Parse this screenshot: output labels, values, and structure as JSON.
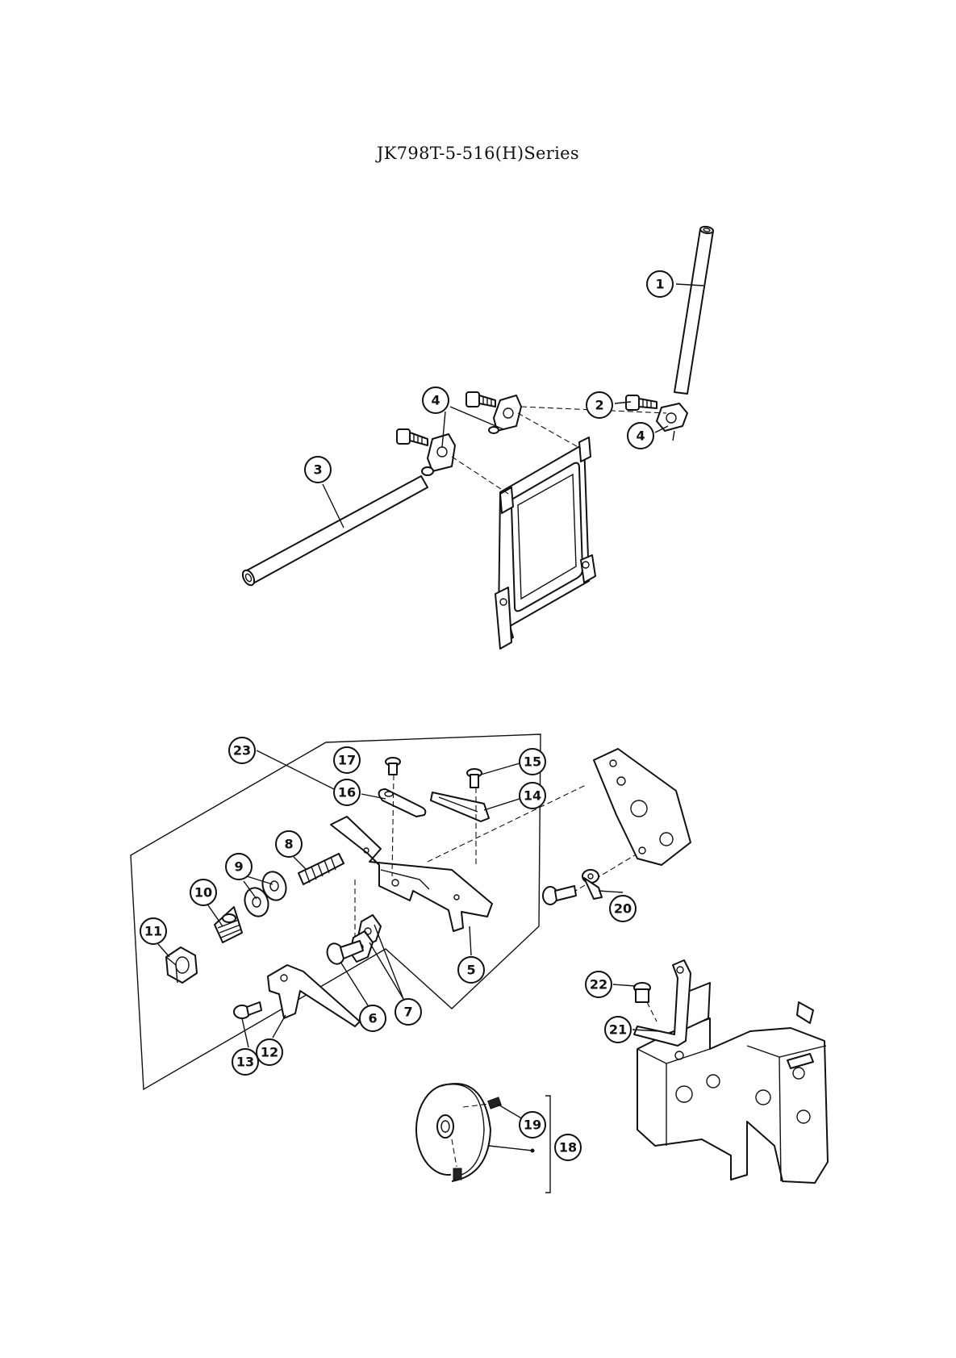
{
  "title": "JK798T-5-516(H)Series",
  "callouts": [
    {
      "id": "c1",
      "label": "1"
    },
    {
      "id": "c2",
      "label": "2"
    },
    {
      "id": "c3",
      "label": "3"
    },
    {
      "id": "c4a",
      "label": "4"
    },
    {
      "id": "c4b",
      "label": "4"
    },
    {
      "id": "c5",
      "label": "5"
    },
    {
      "id": "c6",
      "label": "6"
    },
    {
      "id": "c7",
      "label": "7"
    },
    {
      "id": "c8",
      "label": "8"
    },
    {
      "id": "c9",
      "label": "9"
    },
    {
      "id": "c10",
      "label": "10"
    },
    {
      "id": "c11",
      "label": "11"
    },
    {
      "id": "c12",
      "label": "12"
    },
    {
      "id": "c13",
      "label": "13"
    },
    {
      "id": "c14",
      "label": "14"
    },
    {
      "id": "c15",
      "label": "15"
    },
    {
      "id": "c16",
      "label": "16"
    },
    {
      "id": "c17",
      "label": "17"
    },
    {
      "id": "c18",
      "label": "18"
    },
    {
      "id": "c19",
      "label": "19"
    },
    {
      "id": "c20",
      "label": "20"
    },
    {
      "id": "c21",
      "label": "21"
    },
    {
      "id": "c22",
      "label": "22"
    },
    {
      "id": "c23",
      "label": "23"
    }
  ]
}
